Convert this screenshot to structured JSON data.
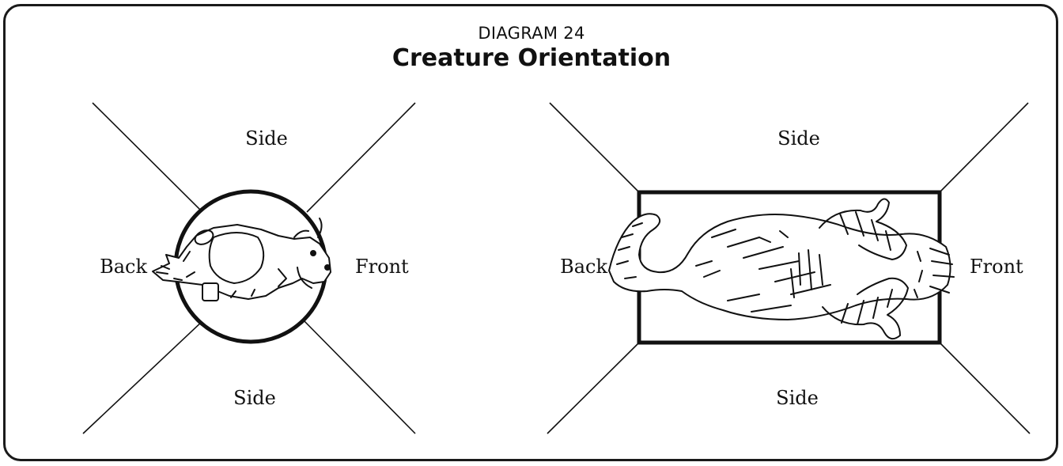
{
  "header": {
    "diagram_number": "DIAGRAM 24",
    "title": "Creature Orientation"
  },
  "round_base": {
    "labels": {
      "top": "Side",
      "bottom": "Side",
      "left": "Back",
      "right": "Front"
    },
    "creature": "small-creature-illustration"
  },
  "rectangular_base": {
    "labels": {
      "top": "Side",
      "bottom": "Side",
      "left": "Back",
      "right": "Front"
    },
    "creature": "large-horned-creature-illustration"
  },
  "colors": {
    "ink": "#111111",
    "background": "#ffffff"
  }
}
